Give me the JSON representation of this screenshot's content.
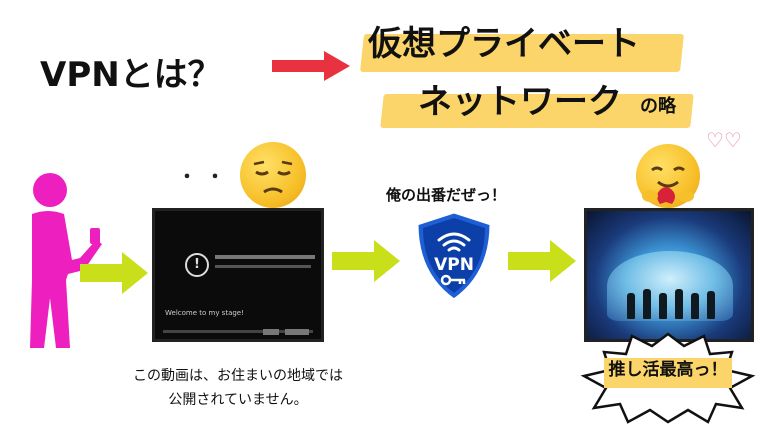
{
  "header": {
    "question": "VPNとは？",
    "term_line1": "仮想プライベート",
    "term_line2": "ネットワーク",
    "term_suffix": "の略"
  },
  "left": {
    "dots": "・・・",
    "caption_line1": "この動画は、お住まいの地域では",
    "caption_line2": "公開されていません。",
    "player_caption": "Welcome to my stage!"
  },
  "vpn": {
    "label": "俺の出番だぜっ！",
    "shield_text": "VPN"
  },
  "right": {
    "burst_text": "推し活最高っ！"
  },
  "colors": {
    "highlight": "#fbd56a",
    "arrow_red": "#e8323f",
    "arrow_green": "#c8df1a",
    "person": "#ee1fbf",
    "shield_blue": "#1f5fd6"
  },
  "icons": [
    "sad-face-icon",
    "hugging-face-icon",
    "error-icon",
    "shield-icon",
    "key-icon",
    "wifi-icon",
    "person-icon",
    "hearts-icon"
  ]
}
